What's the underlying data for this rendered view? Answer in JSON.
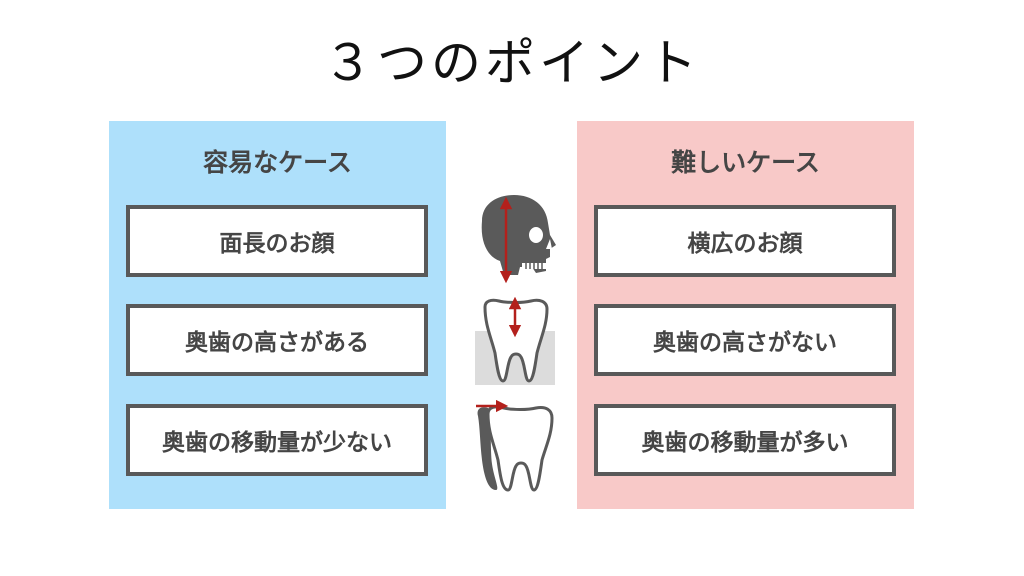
{
  "title": "３つのポイント",
  "easy": {
    "heading": "容易なケース",
    "items": [
      "面長のお顔",
      "奥歯の高さがある",
      "奥歯の移動量が少ない"
    ],
    "color": "#aee0fb"
  },
  "hard": {
    "heading": "難しいケース",
    "items": [
      "横広のお顔",
      "奥歯の高さがない",
      "奥歯の移動量が多い"
    ],
    "color": "#f8c9c8"
  },
  "icons": [
    "skull-profile-icon",
    "tooth-height-icon",
    "tooth-tipping-icon"
  ],
  "colors": {
    "arrow": "#b3201c",
    "illustration": "#5a5a5a",
    "box_border": "#595959"
  }
}
